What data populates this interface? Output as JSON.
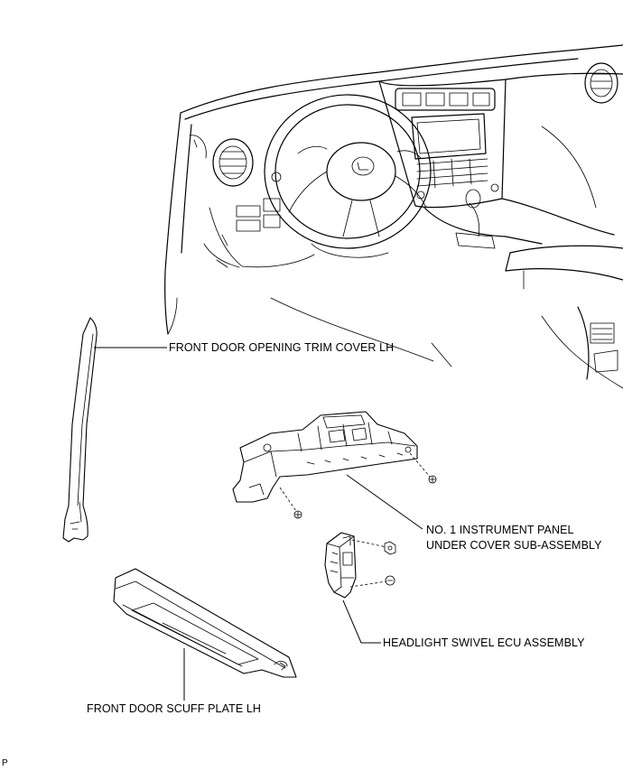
{
  "labels": {
    "trim_cover": "FRONT DOOR OPENING TRIM COVER LH",
    "under_cover_line1": "NO. 1 INSTRUMENT PANEL",
    "under_cover_line2": "UNDER COVER SUB-ASSEMBLY",
    "headlight_ecu": "HEADLIGHT SWIVEL ECU ASSEMBLY",
    "scuff_plate": "FRONT DOOR SCUFF PLATE LH",
    "corner_mark": "P"
  }
}
